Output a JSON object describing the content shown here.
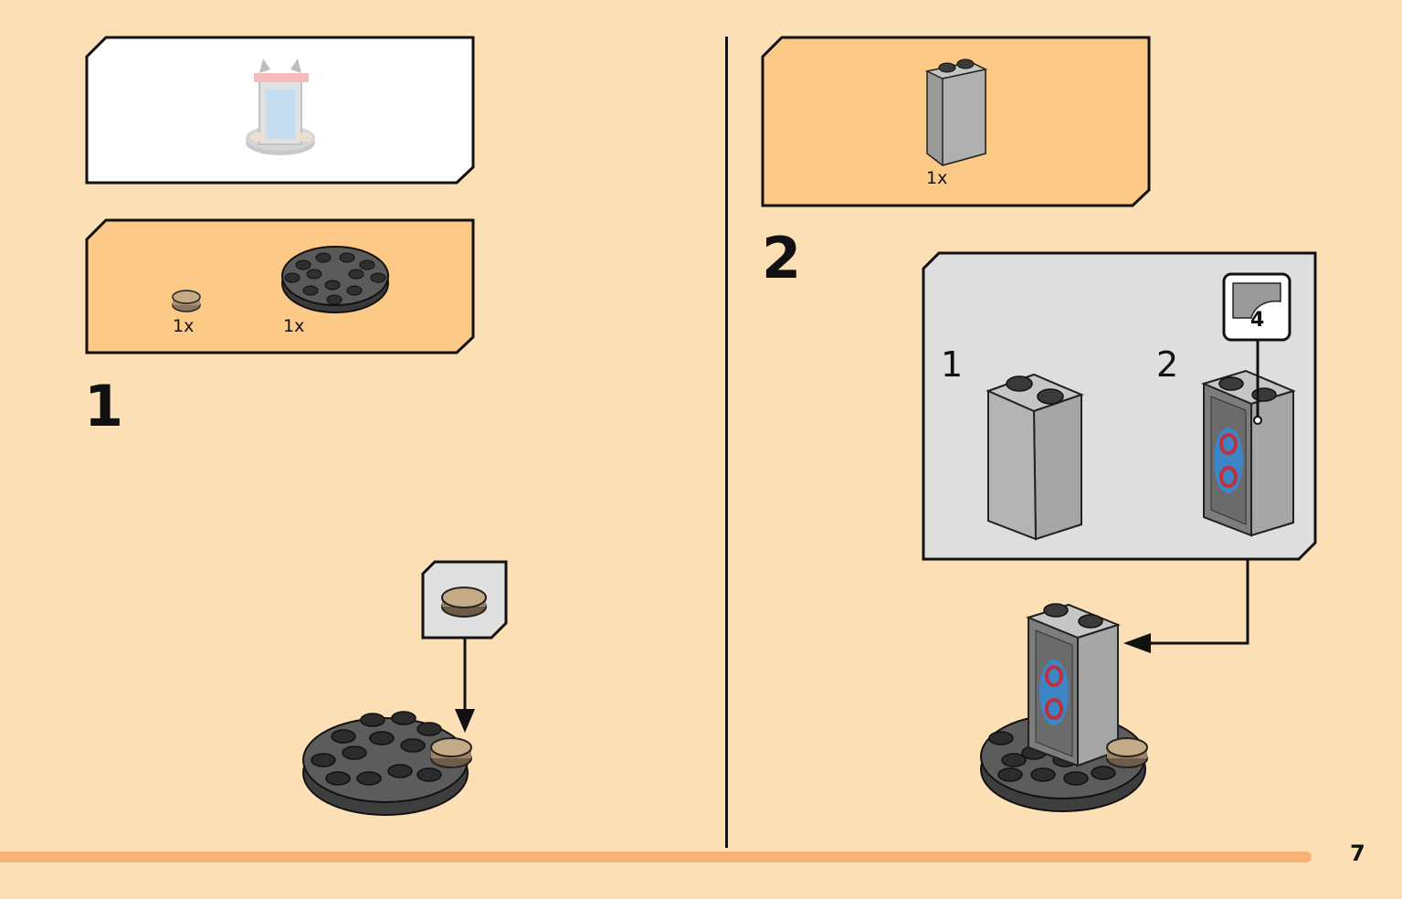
{
  "page": {
    "number": "7",
    "colors": {
      "background": "#fddfb6",
      "parts_box": "#fdc986",
      "sub_box": "#dedede",
      "bottom_bar": "#f8b174",
      "outline": "#111111"
    }
  },
  "left": {
    "preview_icon": "finished-model-preview",
    "parts": [
      {
        "icon": "round-tile-tan-icon",
        "qty": "1x"
      },
      {
        "icon": "round-plate-dark-grey-icon",
        "qty": "1x"
      }
    ],
    "step": "1",
    "callout_icon": "round-tile-tan-icon"
  },
  "right": {
    "parts": [
      {
        "icon": "brick-1x2x3-grey-icon",
        "qty": "1x"
      }
    ],
    "step": "2",
    "sub_steps": [
      {
        "num": "1",
        "icon": "plain-grey-brick-icon"
      },
      {
        "num": "2",
        "icon": "printed-portal-brick-icon"
      }
    ],
    "sticker": {
      "icon": "sticker-icon",
      "num": "4"
    }
  }
}
